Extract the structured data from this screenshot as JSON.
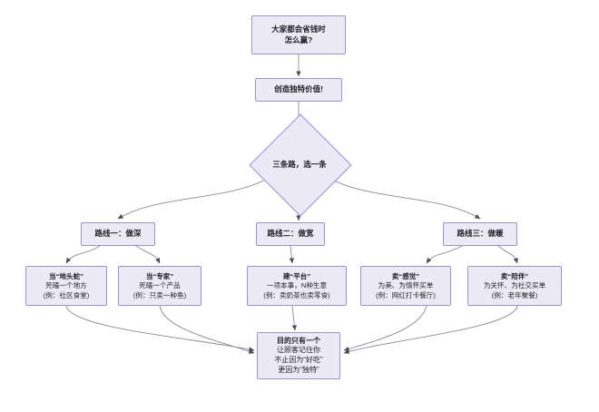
{
  "diagram": {
    "type": "flowchart",
    "direction": "top-down",
    "theme": {
      "node_fill": "#ECEAF6",
      "node_border": "#9C91D6",
      "edge_color": "#6b6b7b",
      "text_color": "#1f1f29",
      "background": "#ffffff"
    },
    "nodes": {
      "start": {
        "shape": "rect",
        "lines": [
          "大家都会省钱时",
          "怎么赢?"
        ]
      },
      "value": {
        "shape": "rect",
        "lines": [
          "创造独特价值!"
        ]
      },
      "decision": {
        "shape": "diamond",
        "label": "三条路，选一条"
      },
      "route1": {
        "shape": "rect",
        "label": "路线一：做深"
      },
      "route2": {
        "shape": "rect",
        "label": "路线二：做宽"
      },
      "route3": {
        "shape": "rect",
        "label": "路线三：做暖"
      },
      "leaf1": {
        "shape": "rect",
        "lines": [
          "当“地头蛇”",
          "死磕一个地方",
          "(例：社区食堂)"
        ]
      },
      "leaf2": {
        "shape": "rect",
        "lines": [
          "当“专家”",
          "死磕一个产品",
          "(例：只卖一种鱼)"
        ]
      },
      "leaf3": {
        "shape": "rect",
        "lines": [
          "建“平台”",
          "一项本事，N种生意",
          "(例：卖奶茶也卖零食)"
        ]
      },
      "leaf4": {
        "shape": "rect",
        "lines": [
          "卖“感觉”",
          "为美、为情怀买单",
          "(例：网红打卡餐厅)"
        ]
      },
      "leaf5": {
        "shape": "rect",
        "lines": [
          "卖“陪伴”",
          "为关怀、为社交买单",
          "(例：老年聚餐)"
        ]
      },
      "goal": {
        "shape": "rect",
        "lines": [
          "目的只有一个",
          "让顾客记住你",
          "不止因为“好吃”",
          "更因为“独特”"
        ]
      }
    },
    "edges": [
      {
        "from": "start",
        "to": "value"
      },
      {
        "from": "value",
        "to": "decision"
      },
      {
        "from": "decision",
        "to": "route1"
      },
      {
        "from": "decision",
        "to": "route2"
      },
      {
        "from": "decision",
        "to": "route3"
      },
      {
        "from": "route1",
        "to": "leaf1"
      },
      {
        "from": "route1",
        "to": "leaf2"
      },
      {
        "from": "route2",
        "to": "leaf3"
      },
      {
        "from": "route3",
        "to": "leaf4"
      },
      {
        "from": "route3",
        "to": "leaf5"
      },
      {
        "from": "leaf1",
        "to": "goal"
      },
      {
        "from": "leaf2",
        "to": "goal"
      },
      {
        "from": "leaf3",
        "to": "goal"
      },
      {
        "from": "leaf4",
        "to": "goal"
      },
      {
        "from": "leaf5",
        "to": "goal"
      }
    ]
  }
}
